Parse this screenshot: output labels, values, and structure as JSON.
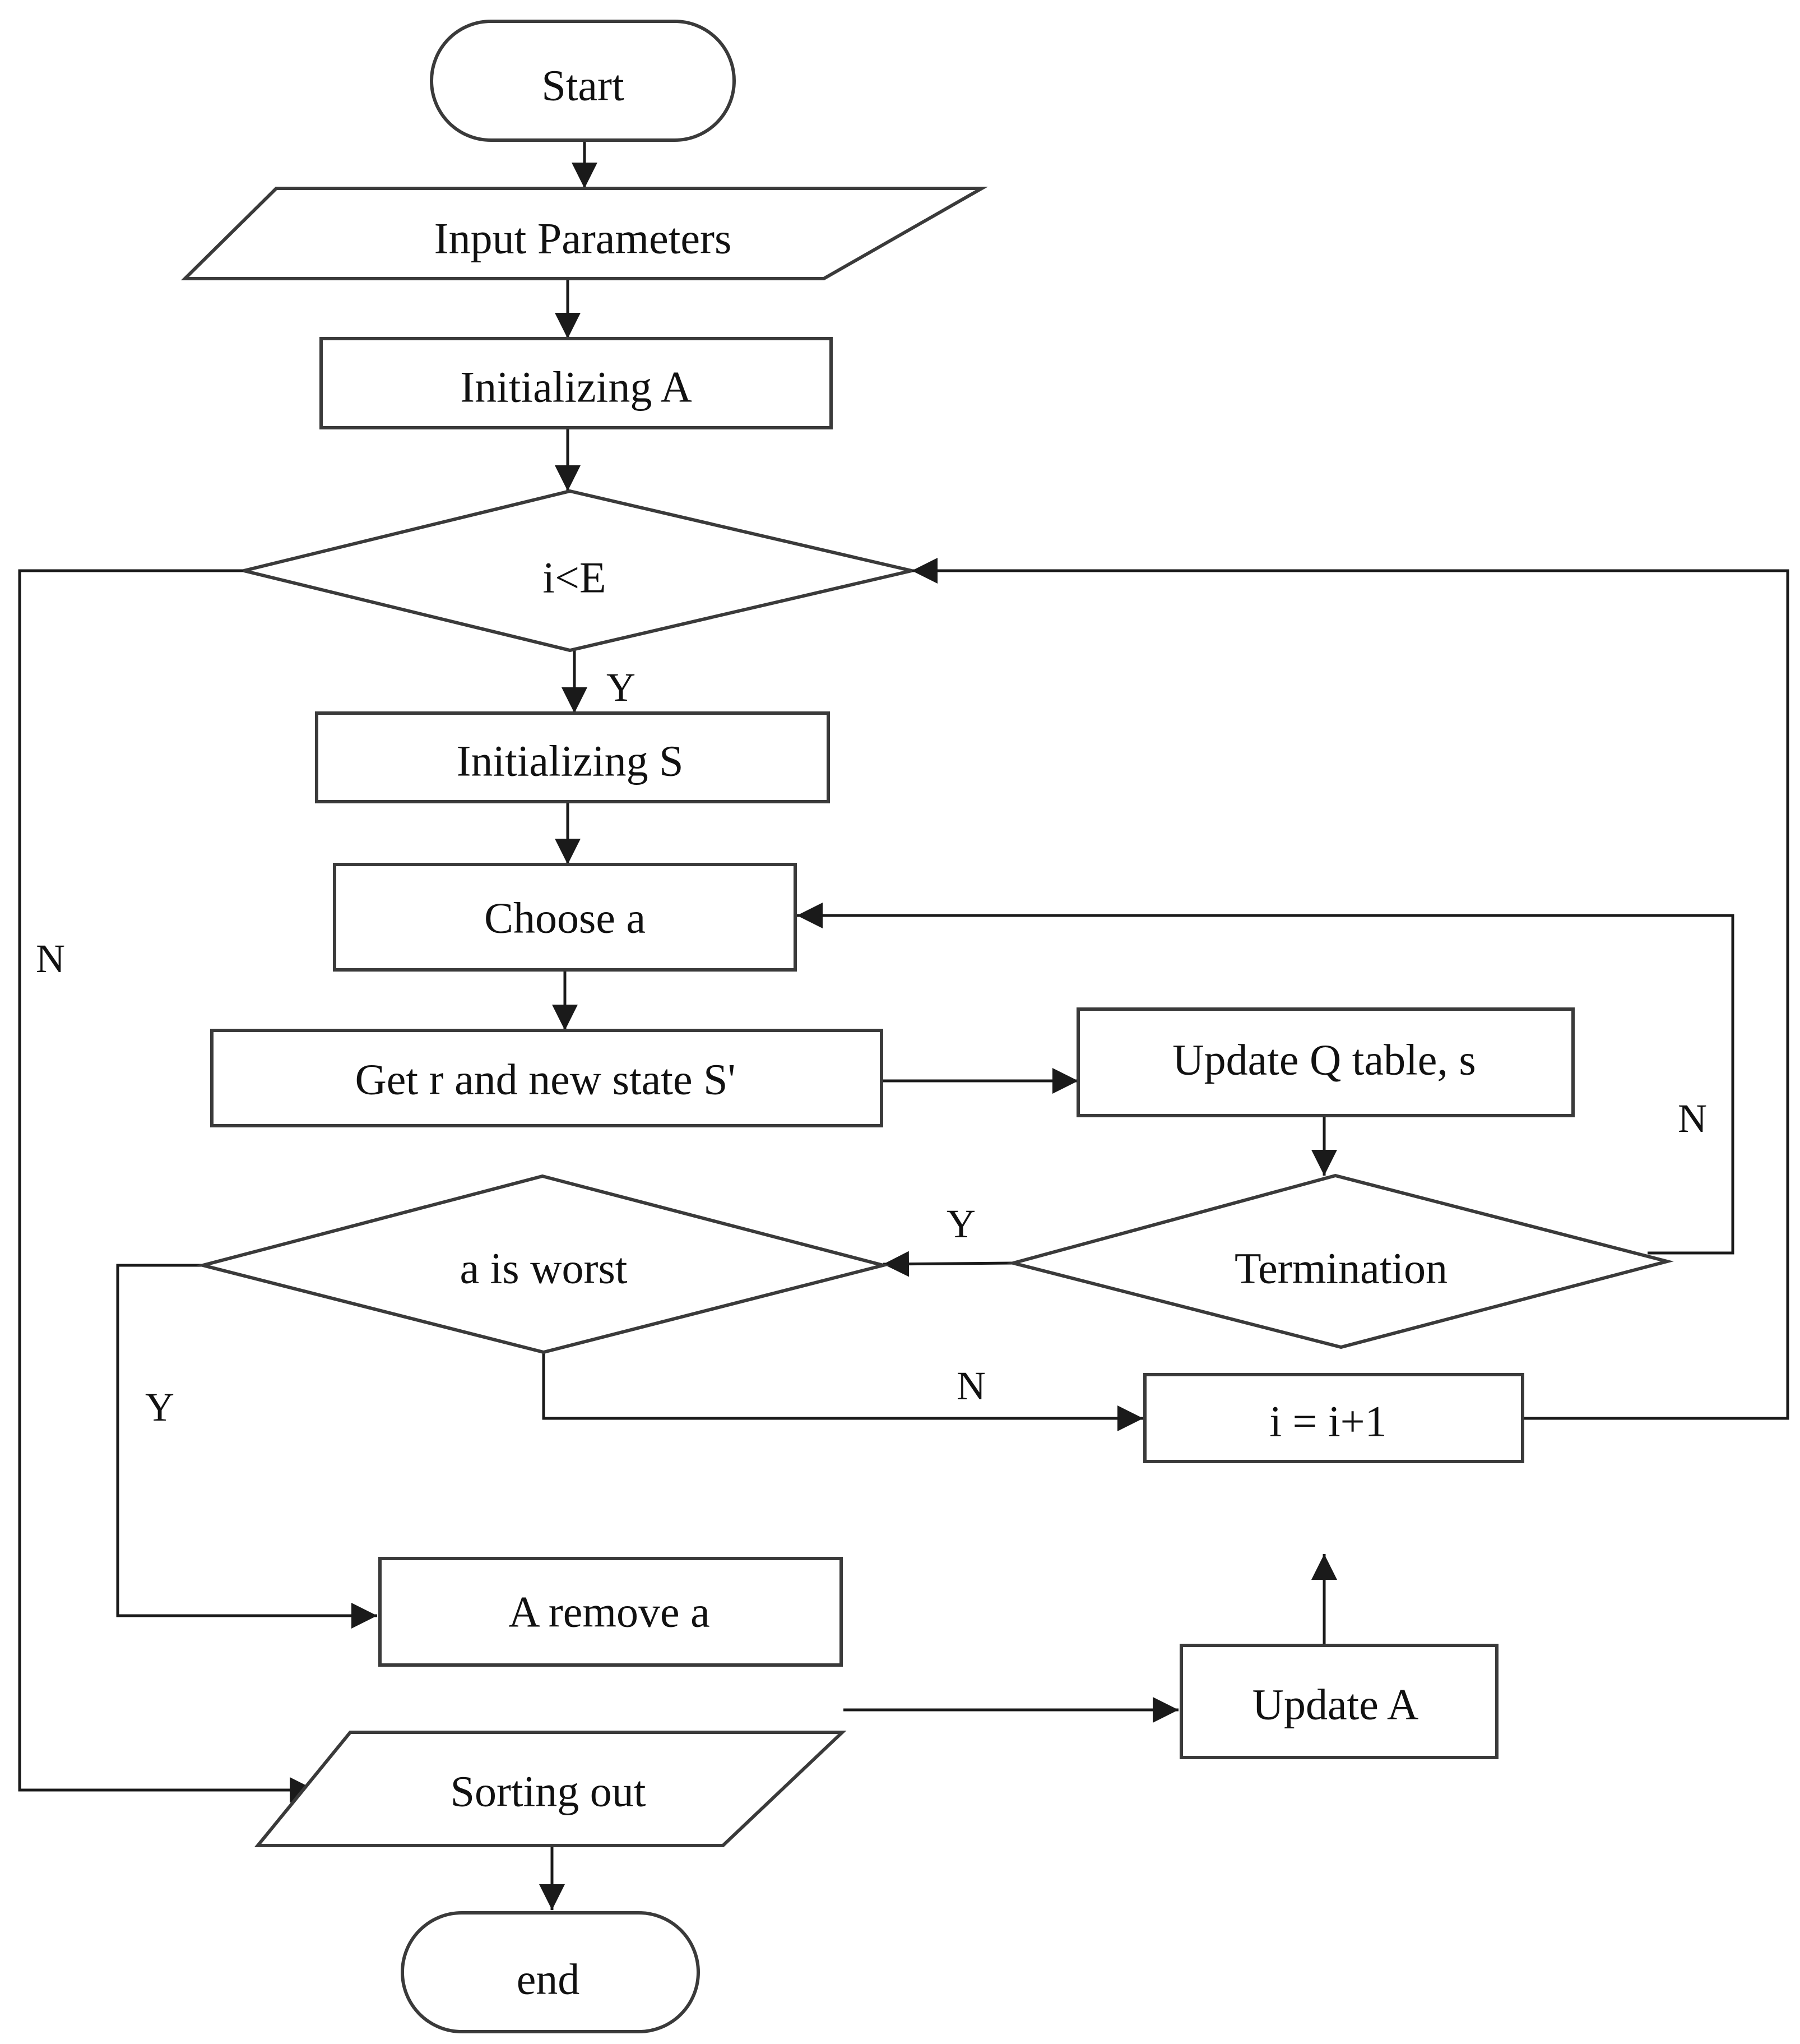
{
  "nodes": {
    "start": "Start",
    "input_parameters": "Input Parameters",
    "initializing_a": "Initializing A",
    "decision_i_lt_e": "i<E",
    "initializing_s": "Initializing S",
    "choose_a": "Choose a",
    "get_r": "Get r  and new state S'",
    "update_q": "Update Q table, s",
    "termination": "Termination",
    "a_is_worst": "a is worst",
    "i_increment": "i = i+1",
    "a_remove_a": "A remove a",
    "update_a": "Update A",
    "sorting_out": "Sorting out",
    "end": "end"
  },
  "edge_labels": {
    "i_lt_e_yes": "Y",
    "i_lt_e_no": "N",
    "termination_yes": "Y",
    "termination_no": "N",
    "worst_yes": "Y",
    "worst_no": "N"
  },
  "colors": {
    "stroke": "#3a3a3a",
    "line": "#1a1a1a",
    "text": "#111111",
    "background": "#ffffff"
  }
}
